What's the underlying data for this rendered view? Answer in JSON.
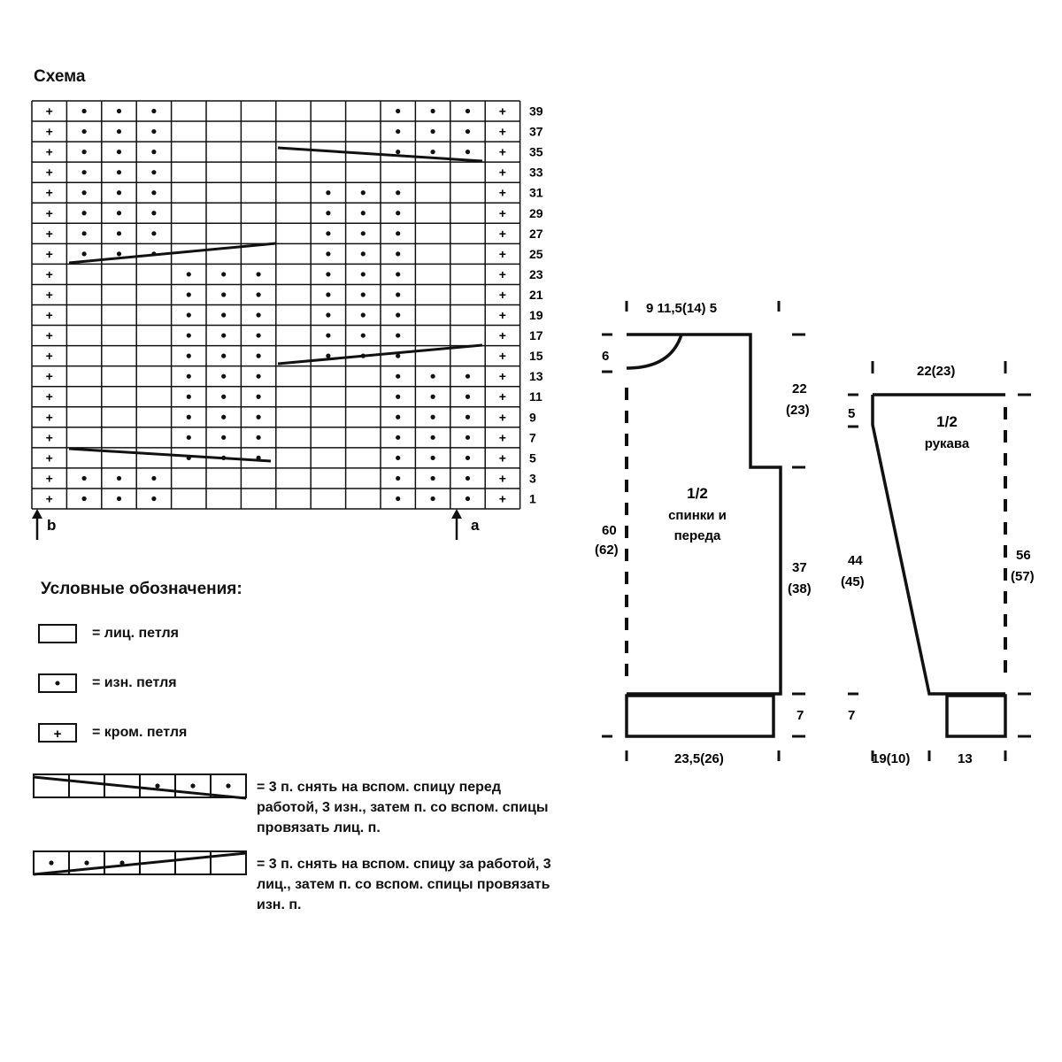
{
  "scheme": {
    "title": "Схема",
    "rows": [
      {
        "label": "39",
        "cells": "+...........+"
      },
      {
        "label": "37",
        "cells": ""
      },
      {
        "label": "35",
        "cells": ""
      },
      {
        "label": "33",
        "cells": ""
      },
      {
        "label": "31",
        "cells": ""
      },
      {
        "label": "29",
        "cells": ""
      },
      {
        "label": "27",
        "cells": ""
      },
      {
        "label": "25",
        "cells": ""
      },
      {
        "label": "23",
        "cells": ""
      },
      {
        "label": "21",
        "cells": ""
      },
      {
        "label": "19",
        "cells": ""
      },
      {
        "label": "17",
        "cells": ""
      },
      {
        "label": "15",
        "cells": ""
      },
      {
        "label": "13",
        "cells": ""
      },
      {
        "label": "11",
        "cells": ""
      },
      {
        "label": "9",
        "cells": ""
      },
      {
        "label": "7",
        "cells": ""
      },
      {
        "label": "5",
        "cells": ""
      },
      {
        "label": "3",
        "cells": ""
      },
      {
        "label": "1",
        "cells": ""
      }
    ],
    "grid": [
      "+PPP______PPP+",
      "+PPP______PPP+",
      "+PPP______PPP+",
      "+PPP_________+",
      "+PPP____PPP__+",
      "+PPP____PPP__+",
      "+PPP____PPP__+",
      "+PPP____PPP__+",
      "+___PPP_PPP__+",
      "+___PPP_PPP__+",
      "+___PPP_PPP__+",
      "+___PPP_PPP__+",
      "+___PPP_PPP__+",
      "+___PPP___PPP+",
      "+___PPP___PPP+",
      "+___PPP___PPP+",
      "+___PPP___PPP+",
      "+___PPP___PPP+",
      "+PPP______PPP+",
      "+PPP______PPP+"
    ],
    "arrow_left": "b",
    "arrow_right": "a"
  },
  "legend": {
    "title": "Условные обозначения:",
    "knit": "= лиц. петля",
    "purl": "= изн. петля",
    "edge": "= кром. петля",
    "cable_front": "=  3 п. снять на вспом. спицу перед работой, 3 изн., затем п. со вспом. спицы провязать лиц. п.",
    "cable_back": "= 3 п. снять на вспом. спицу за работой, 3 лиц., затем п. со вспом. спицы провязать изн. п."
  },
  "body_pattern": {
    "top_dims": "9   11,5(14) 5",
    "neck_depth": "6",
    "armhole_height_1": "22",
    "armhole_height_2": "(23)",
    "side_height_1": "37",
    "side_height_2": "(38)",
    "total_height_1": "60",
    "total_height_2": "(62)",
    "rib_height": "7",
    "width": "23,5(26)",
    "label_1": "1/2",
    "label_2": "спинки и",
    "label_3": "переда"
  },
  "sleeve_pattern": {
    "top_width": "22(23)",
    "cap_height": "5",
    "left_height_1": "44",
    "left_height_2": "(45)",
    "right_height_1": "56",
    "right_height_2": "(57)",
    "rib_height": "7",
    "bottom_left": "19(10)",
    "bottom_width": "13",
    "label_1": "1/2",
    "label_2": "рукава"
  }
}
